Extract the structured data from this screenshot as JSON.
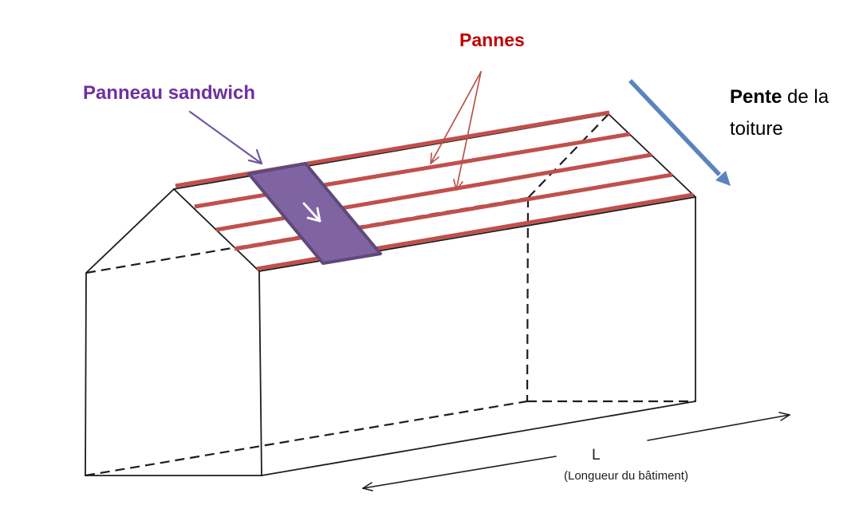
{
  "labels": {
    "pannes": "Pannes",
    "panneau_sandwich": "Panneau sandwich",
    "pente_bold": "Pente",
    "pente_rest": "de la",
    "pente_line2": "toiture",
    "dimension_letter": "L",
    "dimension_caption": "(Longueur du bâtiment)"
  },
  "colors": {
    "pannes_text": "#C00000",
    "panneau_text": "#7030A0",
    "pente_text": "#000000",
    "purlin": "#C0504D",
    "red_arrow": "#BA504C",
    "panel_fill": "#8064A2",
    "panel_border": "#5F497A",
    "purple_arrow": "#7257A1",
    "blue_arrow": "#5B83BE",
    "line": "#1D1D1D"
  }
}
